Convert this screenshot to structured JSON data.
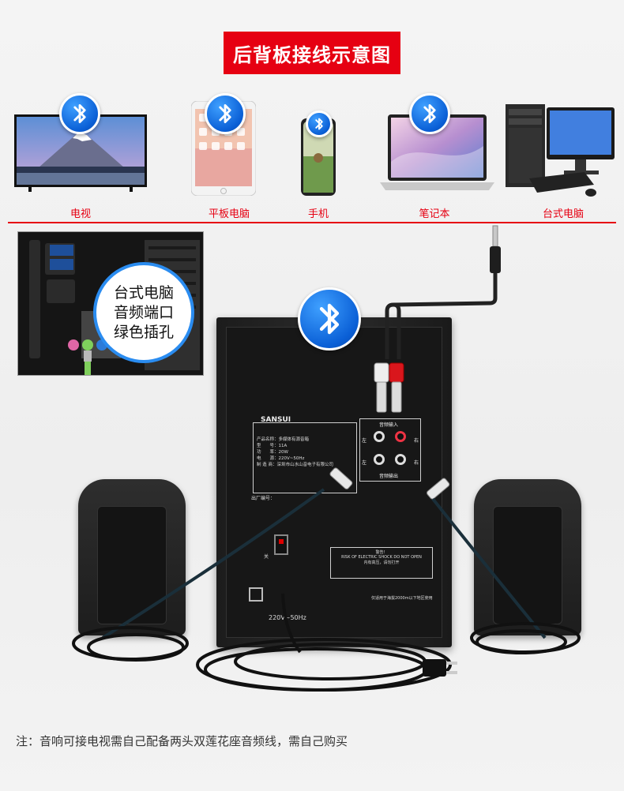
{
  "title": "后背板接线示意图",
  "devices": [
    {
      "label": "电视"
    },
    {
      "label": "平板电脑"
    },
    {
      "label": "手机"
    },
    {
      "label": "笔记本"
    },
    {
      "label": "台式电脑"
    }
  ],
  "callout_lines": [
    "台式电脑",
    "音频端口",
    "绿色插孔"
  ],
  "speaker_panel": {
    "brand": "SANSUI",
    "spec_lines": [
      "产品名称：多媒体有源音箱",
      "型　　号：11A",
      "功　　率：20W",
      "电　　源：220V~50Hz",
      "制 造 商：深圳市山水山音电子有限公司"
    ],
    "serial_label": "出厂编号：",
    "audio_in_label": "音频输入",
    "audio_out_label": "音频输出",
    "left_label": "左",
    "right_label": "右",
    "power_switch_label": "关",
    "warning_title": "警告！",
    "warning_en": "RISK OF ELECTRIC SHOCK DO NOT OPEN",
    "warning_cn": "内有高压，请勿打开",
    "altitude_note": "仅适用于海拔2000m以下地区使用",
    "voltage": "220V~50Hz"
  },
  "note": "注：音响可接电视需自己配备两头双莲花座音频线，需自己购买",
  "colors": {
    "accent_red": "#e60012",
    "bluetooth_blue": "#0a5fd6"
  }
}
